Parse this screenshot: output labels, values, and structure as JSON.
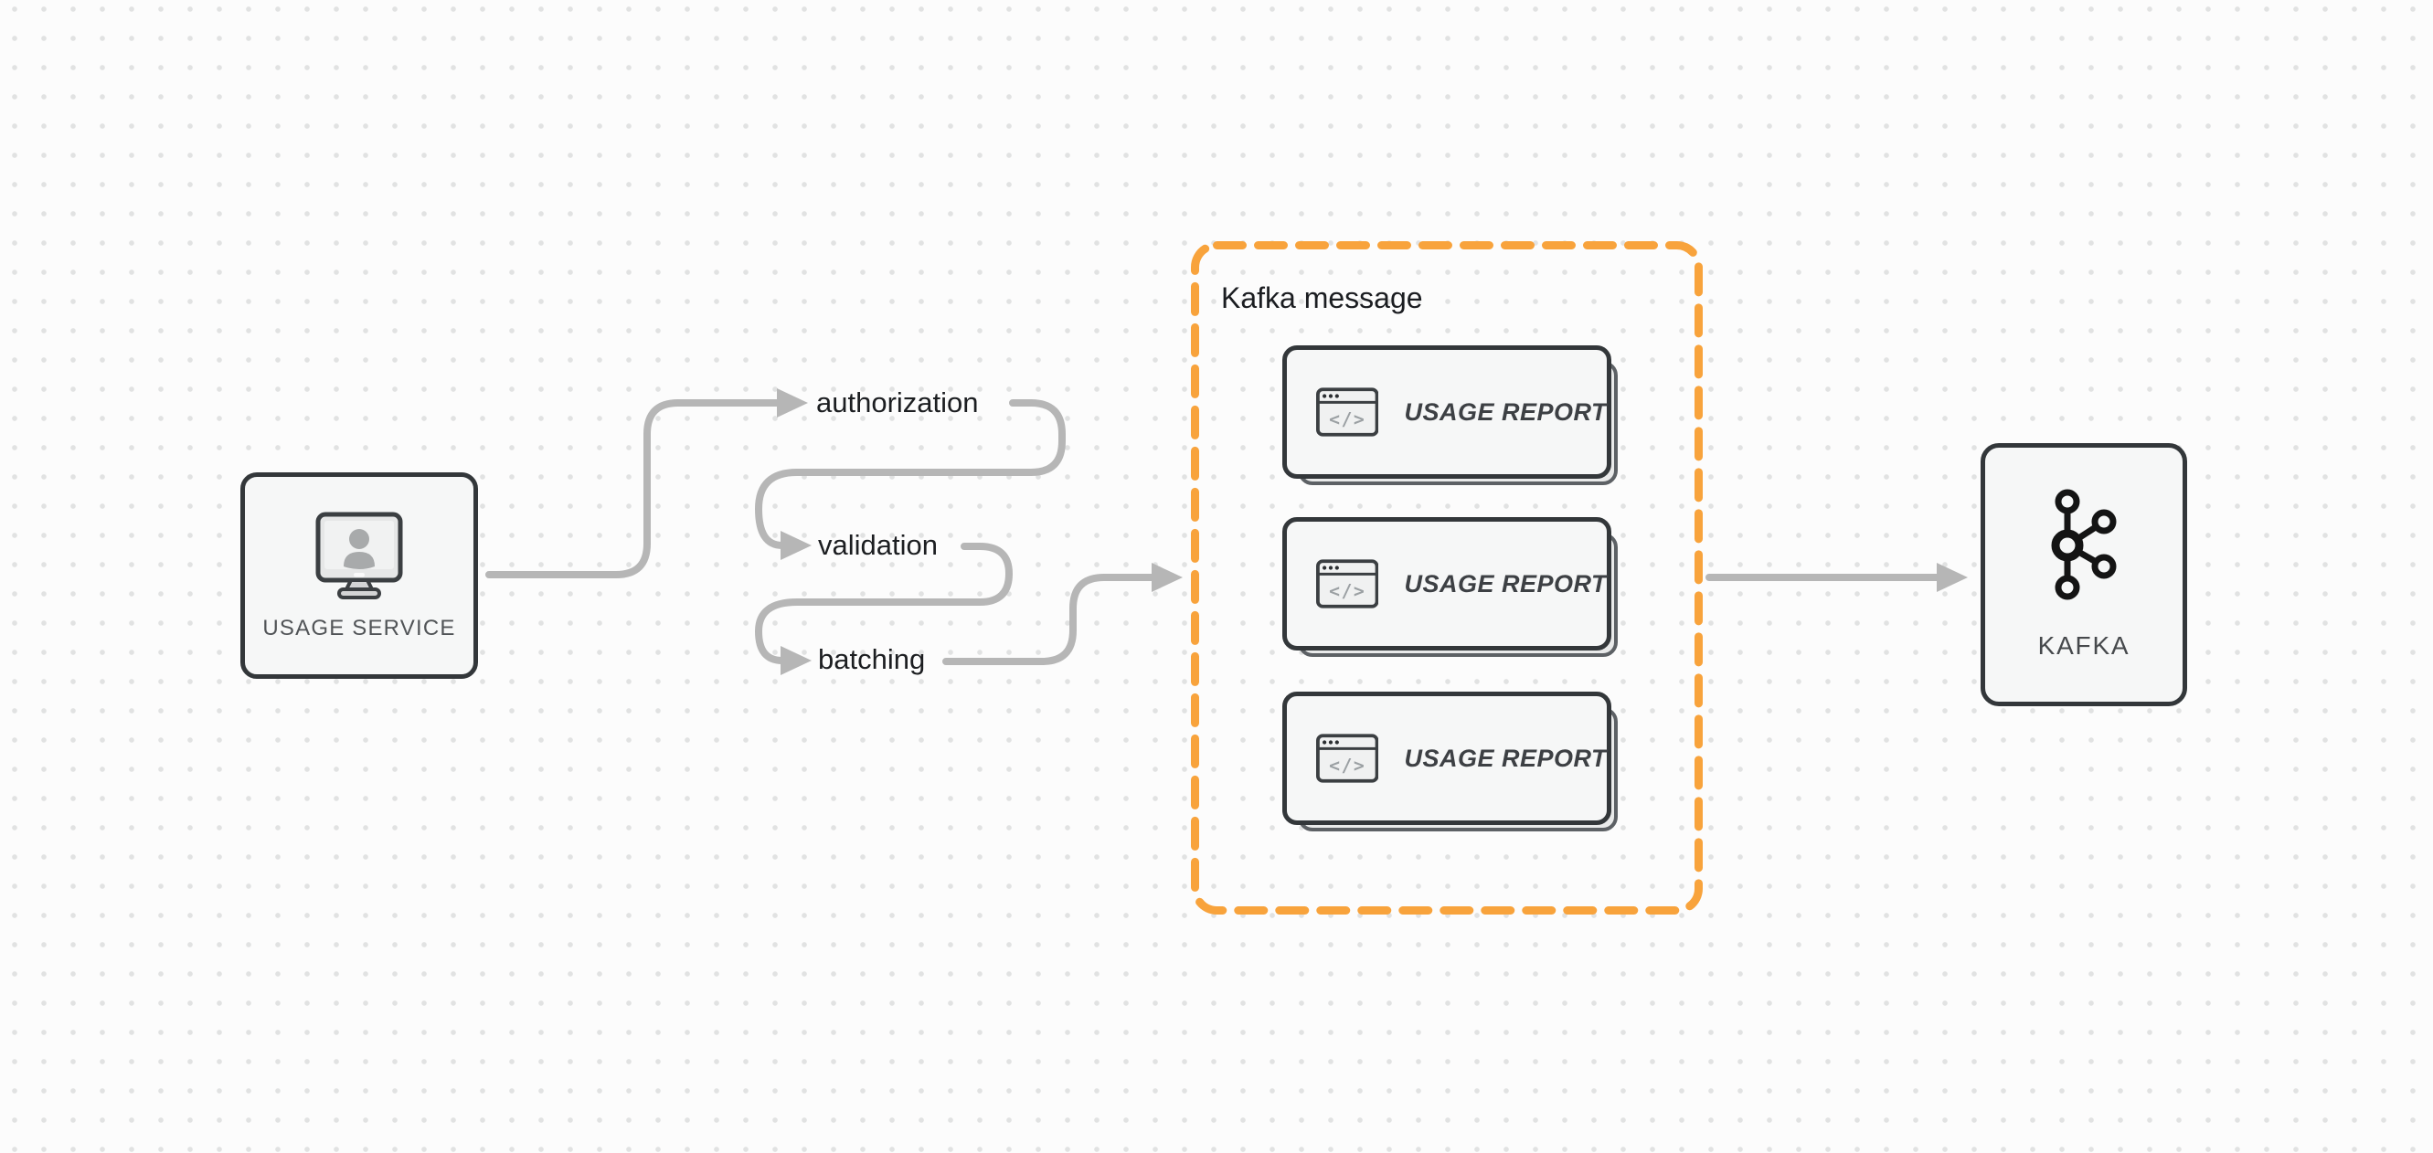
{
  "nodes": {
    "usage_service": {
      "label": "USAGE SERVICE",
      "icon": "monitor-user-icon"
    },
    "kafka": {
      "label": "KAFKA",
      "icon": "kafka-logo-icon"
    }
  },
  "flow_steps": [
    {
      "label": "authorization"
    },
    {
      "label": "validation"
    },
    {
      "label": "batching"
    }
  ],
  "kafka_message_group": {
    "title": "Kafka message",
    "cards": [
      {
        "label": "USAGE REPORT",
        "icon": "code-window-icon"
      },
      {
        "label": "USAGE REPORT",
        "icon": "code-window-icon"
      },
      {
        "label": "USAGE REPORT",
        "icon": "code-window-icon"
      }
    ]
  },
  "icons": {
    "code_glyph": "</>"
  },
  "colors": {
    "background": "#fcfcfc",
    "dot_grid": "#e1e2e2",
    "arrow": "#b6b6b6",
    "node_border": "#33373a",
    "node_fill": "#f6f7f7",
    "group_dashed_border": "#f8a33c",
    "flow_label_text": "#1c1e21",
    "node_label_text": "#515457",
    "card_label_text": "#3d4044",
    "card_shadow_fill": "#e9eaea",
    "card_shadow_border": "#5d6165"
  }
}
